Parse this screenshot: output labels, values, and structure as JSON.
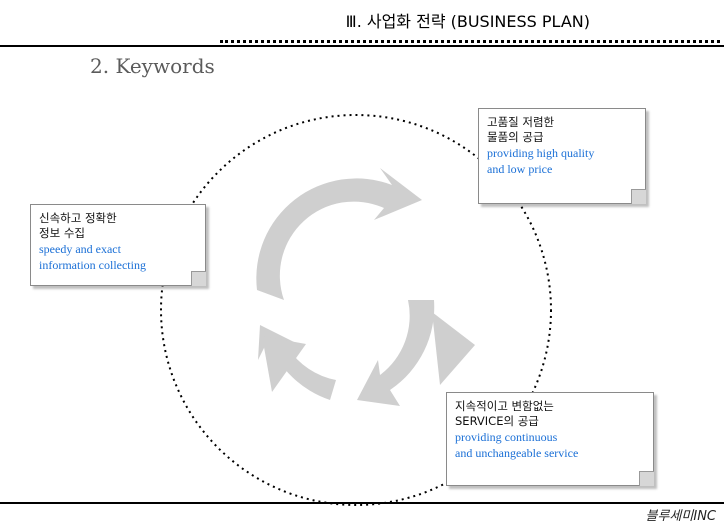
{
  "header": {
    "title": "Ⅲ. 사업화 전략 (BUSINESS PLAN)",
    "section": "2. Keywords"
  },
  "boxes": [
    {
      "ko1": "고품질 저렴한",
      "ko2": "물품의 공급",
      "en1": "providing high quality",
      "en2": "and low  price"
    },
    {
      "ko1": "신속하고 정확한",
      "ko2": "정보 수집",
      "en1": "speedy and exact",
      "en2": "information collecting"
    },
    {
      "ko1": "지속적이고 변함없는",
      "ko2": "SERVICE의 공급",
      "en1": "providing continuous",
      "en2": "and unchangeable service"
    }
  ],
  "footer": "블루세미INC",
  "colors": {
    "accent": "#1a6fd6",
    "arrow": "#cfcfcf"
  }
}
